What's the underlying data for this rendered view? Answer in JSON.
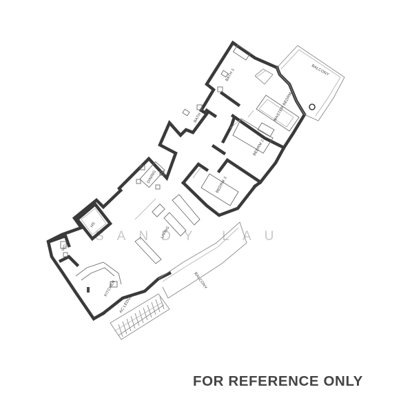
{
  "labels": {
    "balcony_top": "BALCONY",
    "bath1": "BATH 1",
    "bath2": "BATH 2",
    "master_bedrm": "MASTER BEDRM",
    "bedrm2": "BEDRM 2",
    "bedrm3": "BEDRM 3",
    "dining": "DINING",
    "hs": "HS",
    "wc": "WC",
    "living": "LIVING",
    "kitchen": "KITCHEN",
    "balcony_bottom": "BALCONY",
    "ac_ledge": "AC LEDGE"
  },
  "watermark": "SANDY LAU",
  "footer_note": "FOR REFERENCE ONLY"
}
